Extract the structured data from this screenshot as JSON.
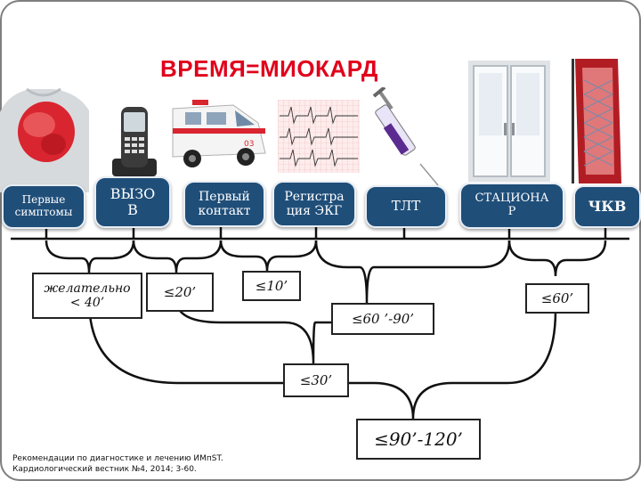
{
  "title": "ВРЕМЯ=МИОКАРД",
  "images": [
    "heart-torso-image",
    "phone-image",
    "ambulance-image",
    "ecg-image",
    "syringe-image",
    "hospital-door-image",
    "stent-image"
  ],
  "stages": [
    {
      "label": "Первые\nсимптомы"
    },
    {
      "label": "ВЫЗО\nВ"
    },
    {
      "label": "Первый\nконтакт"
    },
    {
      "label": "Регистра\nция ЭКГ"
    },
    {
      "label": "ТЛТ"
    },
    {
      "label": "СТАЦИОНА\nР"
    },
    {
      "label": "ЧКВ"
    }
  ],
  "intervals": {
    "desirable": "желательно\n< 40’",
    "first_contact": "≤20’",
    "ecg": "≤10’",
    "tlt": "≤60 ’-90’",
    "hospital": "≤60’",
    "combined": "≤30’",
    "total": "≤90’-120’"
  },
  "reference": "Рекомендации по диагностике и лечению ИМпST.\nКардиологический вестник №4, 2014; 3-60.",
  "colors": {
    "title": "#e0001b",
    "stage_box": "#1f4e79"
  }
}
